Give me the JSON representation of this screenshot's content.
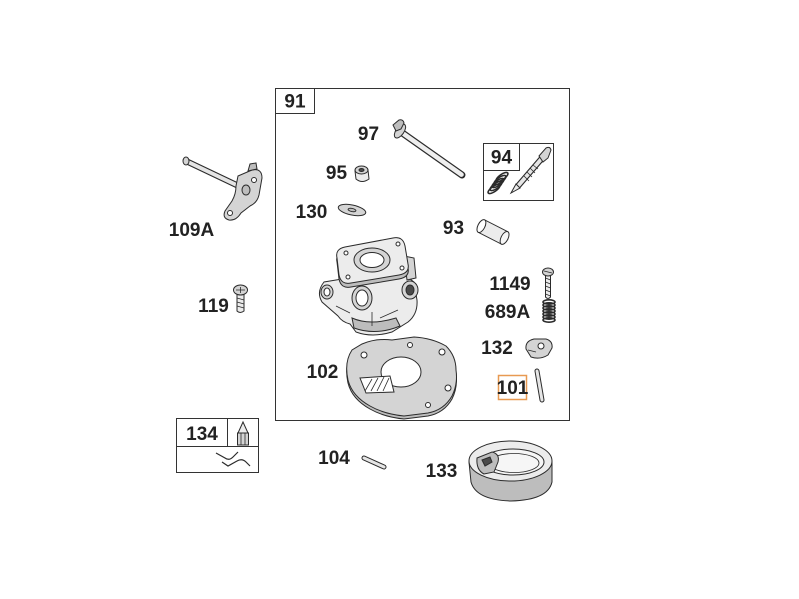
{
  "diagram": {
    "groups": [
      {
        "label": "91"
      },
      {
        "label": "94"
      },
      {
        "label": "134"
      }
    ],
    "callouts": [
      {
        "label": "97"
      },
      {
        "label": "95"
      },
      {
        "label": "130"
      },
      {
        "label": "93"
      },
      {
        "label": "109A"
      },
      {
        "label": "1149"
      },
      {
        "label": "119"
      },
      {
        "label": "689A"
      },
      {
        "label": "132"
      },
      {
        "label": "102"
      },
      {
        "label": "101",
        "highlighted": true
      },
      {
        "label": "104"
      },
      {
        "label": "133"
      }
    ]
  },
  "colors": {
    "highlight": "#e89a52",
    "background": "#ffffff"
  }
}
